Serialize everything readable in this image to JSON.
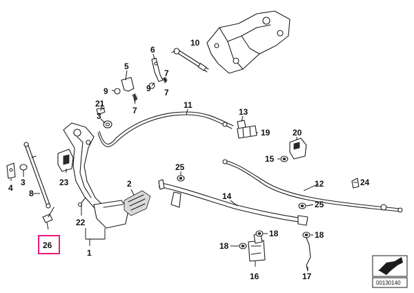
{
  "diagram": {
    "highlight_color": "#e8177d",
    "callouts": {
      "c1": "1",
      "c2": "2",
      "c3": "3",
      "c4": "4",
      "c5": "5",
      "c6": "6",
      "c7a": "7",
      "c7b": "7",
      "c7c": "7",
      "c8": "8",
      "c9a": "9",
      "c9b": "9",
      "c10": "10",
      "c11": "11",
      "c12": "12",
      "c13": "13",
      "c14": "14",
      "c15": "15",
      "c16": "16",
      "c17": "17",
      "c18a": "18",
      "c18b": "18",
      "c18c": "18",
      "c19": "19",
      "c20": "20",
      "c21": "21",
      "c22": "22",
      "c23": "23",
      "c24": "24",
      "c25a": "25",
      "c25b": "25",
      "c26": "26"
    },
    "reference_code": "00130140"
  }
}
